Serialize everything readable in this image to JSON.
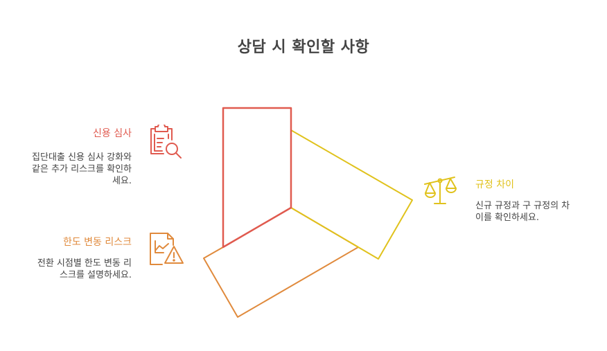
{
  "title": "상담 시 확인할 사항",
  "colors": {
    "red": "#e05a4f",
    "orange": "#e08a3c",
    "yellow": "#e0c21c",
    "text": "#444444"
  },
  "items": [
    {
      "id": "credit-review",
      "heading": "신용 심사",
      "desc_lines": [
        "집단대출 신용 심사 강화와",
        "같은 추가 리스크를 확인하",
        "세요."
      ],
      "icon": "clipboard-search-icon",
      "color": "#e05a4f"
    },
    {
      "id": "limit-change-risk",
      "heading": "한도 변동 리스크",
      "desc_lines": [
        "전환 시점별 한도 변동 리",
        "스크를 설명하세요."
      ],
      "icon": "chart-warning-icon",
      "color": "#e08a3c"
    },
    {
      "id": "regulation-difference",
      "heading": "규정 차이",
      "desc_lines": [
        "신규 규정과 구 규정의 차",
        "이를 확인하세요."
      ],
      "icon": "scale-icon",
      "color": "#e0c21c"
    }
  ]
}
